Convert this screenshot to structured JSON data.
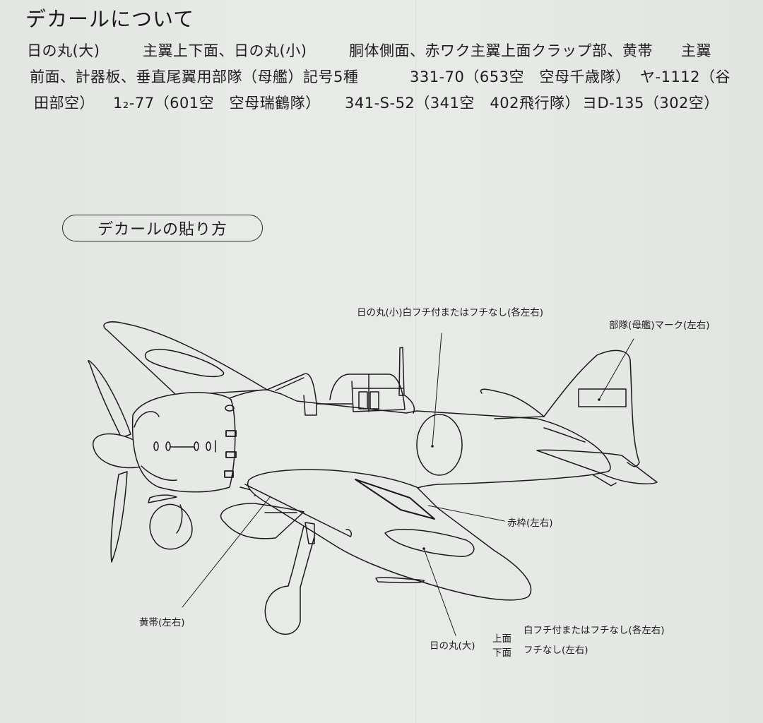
{
  "document": {
    "heading": "デカールについて",
    "description_lines": [
      {
        "segments": [
          "日の丸(大)",
          "主翼上下面、日の丸(小)",
          "胴体側面、赤ワク主翼上面クラップ部、黄帯",
          "主翼"
        ]
      },
      {
        "segments": [
          "前面、計器板、垂直尾翼用部隊（母艦）記号5種",
          "331-70（653空　空母千歳隊）",
          "ヤ-1112（谷"
        ]
      },
      {
        "segments": [
          "田部空）",
          "1₂-77（601空　空母瑞鶴隊）",
          "341-S-52（341空　402飛行隊）",
          "ヨD-135（302空）"
        ]
      }
    ],
    "section_title": "デカールの貼り方"
  },
  "diagram": {
    "subject": "zero-fighter-line-drawing",
    "callouts": {
      "hinomaru_small": "日の丸(小)白フチ付またはフチなし(各左右)",
      "unit_mark": "部隊(母艦)マーク(左右)",
      "red_frame": "赤枠(左右)",
      "yellow_band": "黄帯(左右)",
      "hinomaru_large": {
        "label": "日の丸(大)",
        "upper_surface": "上面",
        "upper_note": "白フチ付またはフチなし(各左右)",
        "lower_surface": "下面",
        "lower_note": "フチなし(左右)"
      }
    }
  },
  "colors": {
    "paper": "#e6e8e6",
    "ink": "#1a1a1a"
  }
}
